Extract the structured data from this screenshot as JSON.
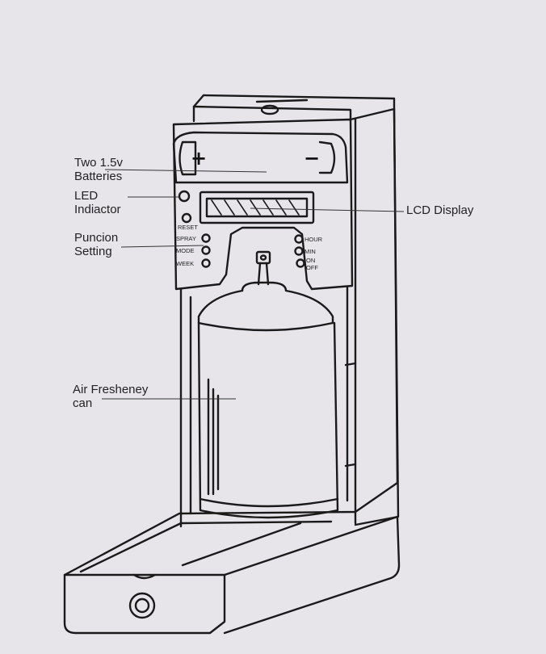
{
  "labels": {
    "batteries_line1": "Two 1.5v",
    "batteries_line2": "Batteries",
    "led_line1": "LED",
    "led_line2": "Indiactor",
    "function_line1": "Puncion",
    "function_line2": "Setting",
    "lcd": "LCD Display",
    "can_line1": "Air Fresheney",
    "can_line2": "can"
  },
  "left_buttons": [
    "RESET",
    "SPRAY",
    "MODE",
    "WEEK"
  ],
  "right_buttons": [
    "HOUR",
    "MIN",
    "ON",
    "OFF"
  ],
  "battery_symbols": {
    "plus": "+",
    "minus": "−"
  },
  "colors": {
    "background": "#e7e5ea",
    "line": "#1a1a1a"
  }
}
